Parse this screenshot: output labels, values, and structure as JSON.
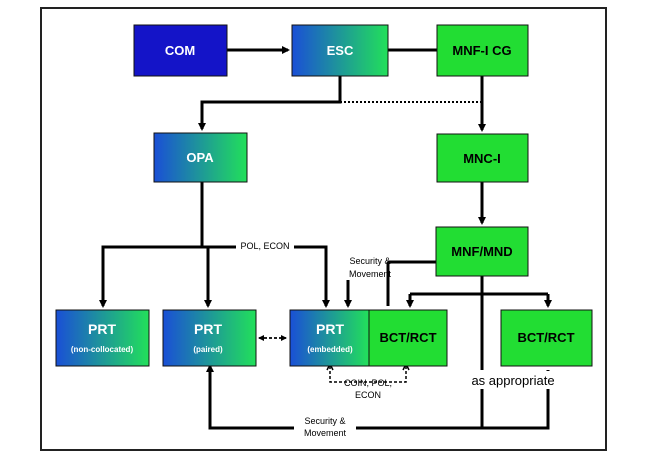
{
  "colors": {
    "blue_dark": "#1414c8",
    "blue_grad_start": "#1a5cd6",
    "green_grad_end": "#22e05a",
    "green": "#22dd33",
    "line": "#000000"
  },
  "nodes": {
    "com": {
      "label": "COM"
    },
    "esc": {
      "label": "ESC"
    },
    "mnf_cg": {
      "label": "MNF-I CG"
    },
    "opa": {
      "label": "OPA"
    },
    "mnc_i": {
      "label": "MNC-I"
    },
    "mnf_mnd": {
      "label": "MNF/MND"
    },
    "prt_noncollocated": {
      "label": "PRT",
      "sublabel": "(non-collocated)"
    },
    "prt_paired": {
      "label": "PRT",
      "sublabel": "(paired)"
    },
    "prt_embedded": {
      "label": "PRT",
      "sublabel": "(embedded)"
    },
    "bct_rct_1": {
      "label": "BCT/RCT"
    },
    "bct_rct_2": {
      "label": "BCT/RCT"
    }
  },
  "edge_labels": {
    "pol_econ": "POL, ECON",
    "security_movement_top_1": "Security &",
    "security_movement_top_2": "Movement",
    "coin_pol_1": "COIN, POL,",
    "coin_pol_2": "ECON",
    "as_appropriate": "as appropriate",
    "security_movement_bottom_1": "Security &",
    "security_movement_bottom_2": "Movement"
  }
}
